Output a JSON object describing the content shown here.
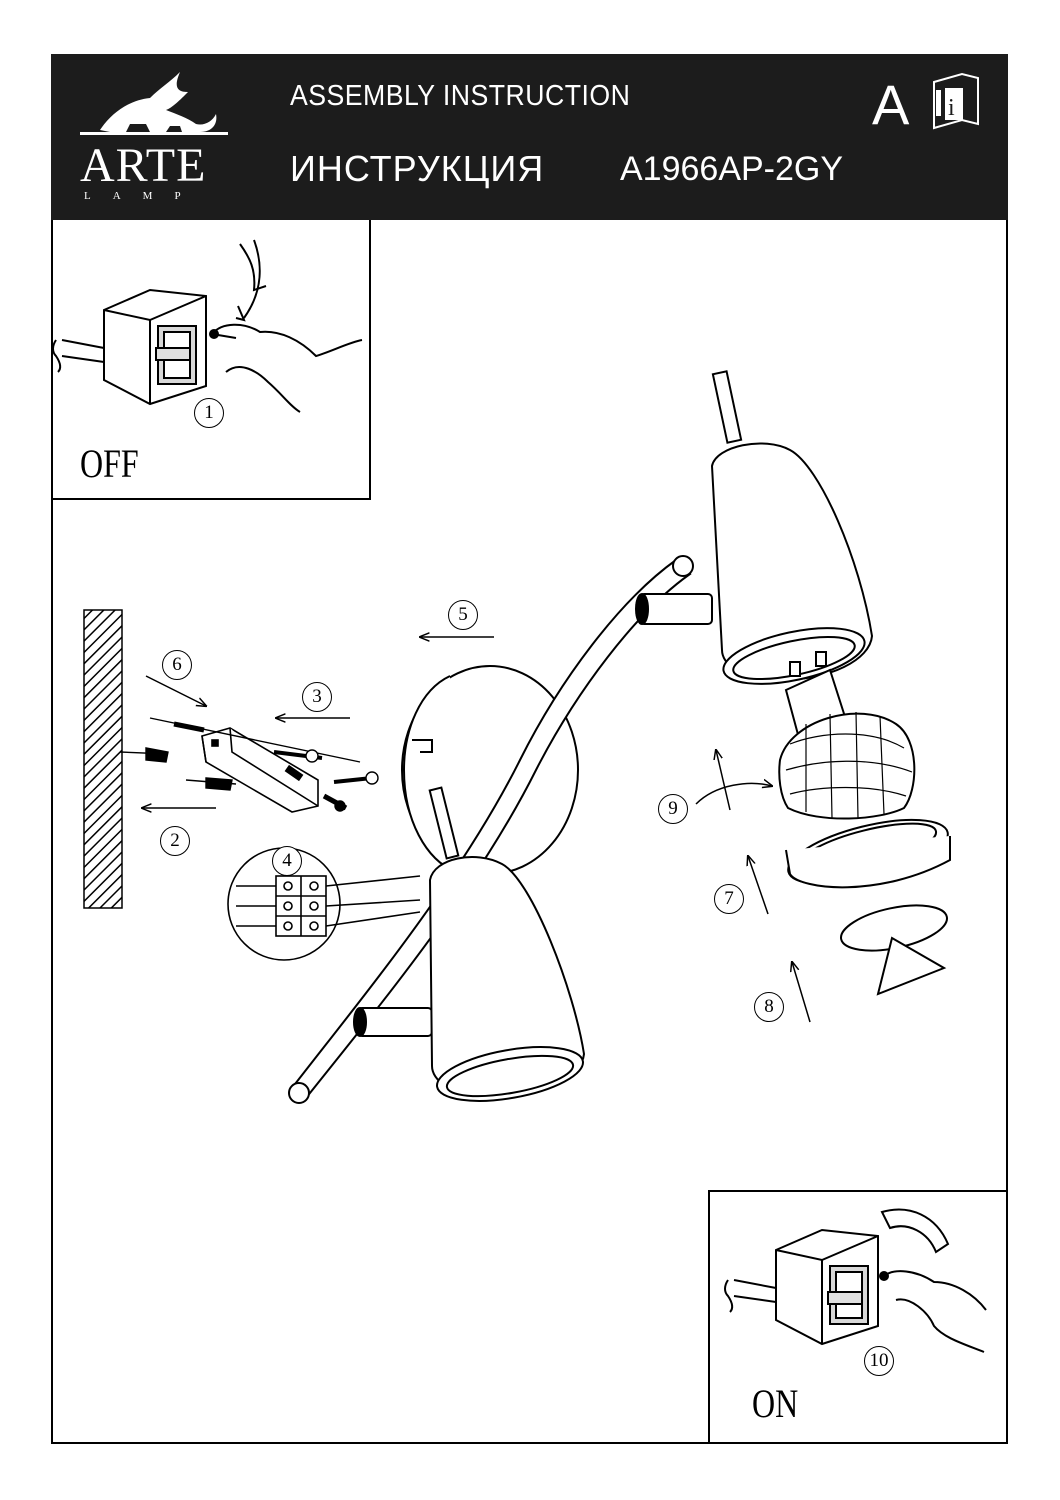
{
  "header": {
    "brand": "ARTE",
    "brand_sub": "LAMP",
    "title_en": "ASSEMBLY INSTRUCTION",
    "title_ru": "ИНСТРУКЦИЯ",
    "model": "A1966AP-2GY",
    "language_letter": "A",
    "info_icon": "info-book-icon"
  },
  "panels": {
    "off_label": "OFF",
    "on_label": "ON"
  },
  "steps": [
    "1",
    "2",
    "3",
    "4",
    "5",
    "6",
    "7",
    "8",
    "9",
    "10"
  ],
  "colors": {
    "header_bg": "#1c1c1c",
    "ink": "#000000"
  }
}
